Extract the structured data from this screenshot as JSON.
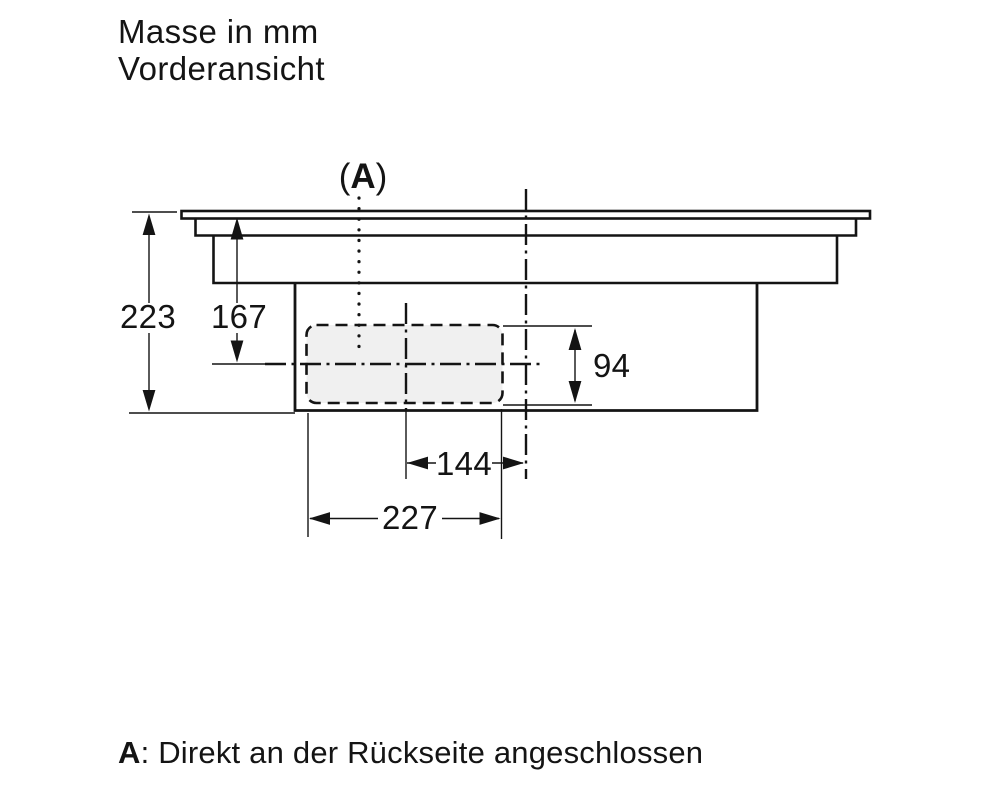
{
  "title": {
    "line1": "Masse in mm",
    "line2": "Vorderansicht"
  },
  "marker": {
    "open": "(",
    "letter": "A",
    "close": ")"
  },
  "dimensions": {
    "total_height_mm": "223",
    "top_to_duct_axis_mm": "167",
    "duct_height_mm": "94",
    "duct_axis_to_rear_mm": "144",
    "duct_width_mm": "227"
  },
  "note": {
    "prefix": "A",
    "text": ": Direkt an der Rückseite angeschlossen"
  },
  "colors": {
    "line": "#141414",
    "duct_fill": "#f0f0f0",
    "background": "#ffffff"
  }
}
